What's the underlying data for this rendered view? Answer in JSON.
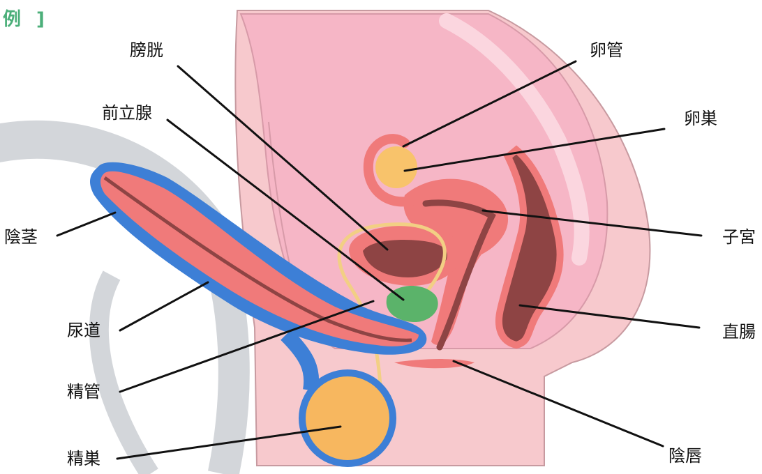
{
  "corner_text": {
    "char": "例",
    "bracket": "]"
  },
  "labels": {
    "bladder": "膀胱",
    "prostate": "前立腺",
    "penis": "陰茎",
    "urethra": "尿道",
    "vas_deferens": "精管",
    "testis": "精巣",
    "fallopian_tube": "卵管",
    "ovary": "卵巣",
    "uterus": "子宮",
    "rectum": "直腸",
    "labia": "陰唇"
  },
  "colors": {
    "background": "#ffffff",
    "corner_text": "#4caf7a",
    "body_skin": "#f7c9cd",
    "body_outline": "#c79aa0",
    "abdomen": "#f6b6c6",
    "abdomen_highlight": "#fbd6df",
    "organ_red": "#f07a7a",
    "organ_dark": "#8e4444",
    "penis_outline": "#3d7fd6",
    "testis": "#f7b75f",
    "prostate": "#5bb36a",
    "vas_deferens": "#f2cf84",
    "ovary": "#f8c36b",
    "gray_arc": "#cfd2d6",
    "text": "#111111"
  }
}
